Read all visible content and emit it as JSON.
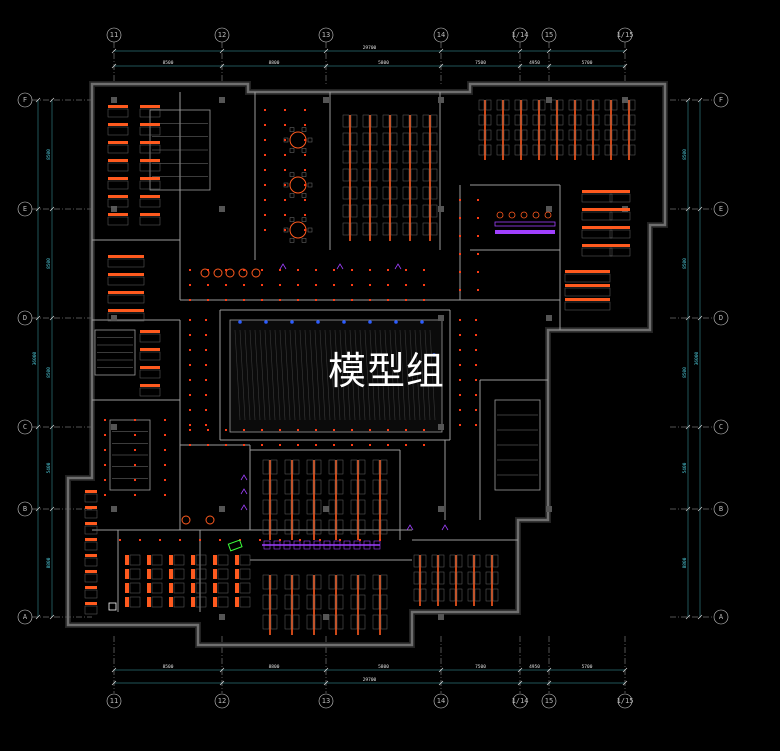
{
  "watermark": "模型组",
  "axes": {
    "columns": [
      "11",
      "12",
      "13",
      "14",
      "1/14",
      "15",
      "1/15"
    ],
    "rows": [
      "F",
      "E",
      "D",
      "C",
      "B",
      "A"
    ]
  },
  "dimensions": {
    "top_total": "29700",
    "top_segments": [
      "8500",
      "8800",
      "5800",
      "7500",
      "4950",
      "5700"
    ],
    "bottom_total": "29700",
    "bottom_segments": [
      "8500",
      "8800",
      "5800",
      "7500",
      "4950",
      "5700"
    ],
    "left_total": "36000",
    "left_segments": [
      "8500",
      "8500",
      "8500",
      "5400",
      "8800"
    ],
    "right_total": "36000",
    "right_segments": [
      "8500",
      "8500",
      "8500",
      "5400",
      "8800"
    ]
  },
  "colors": {
    "background": "#000000",
    "wall": "#9a9a9a",
    "axis_line": "#cfcfcf",
    "furniture": "#ff5a1e",
    "light_fixture": "#ff3c14",
    "accent_purple": "#a040ff",
    "accent_blue": "#2c5cff",
    "dimension_cyan": "#4fd0e0",
    "highlight_green": "#3cff3c"
  }
}
